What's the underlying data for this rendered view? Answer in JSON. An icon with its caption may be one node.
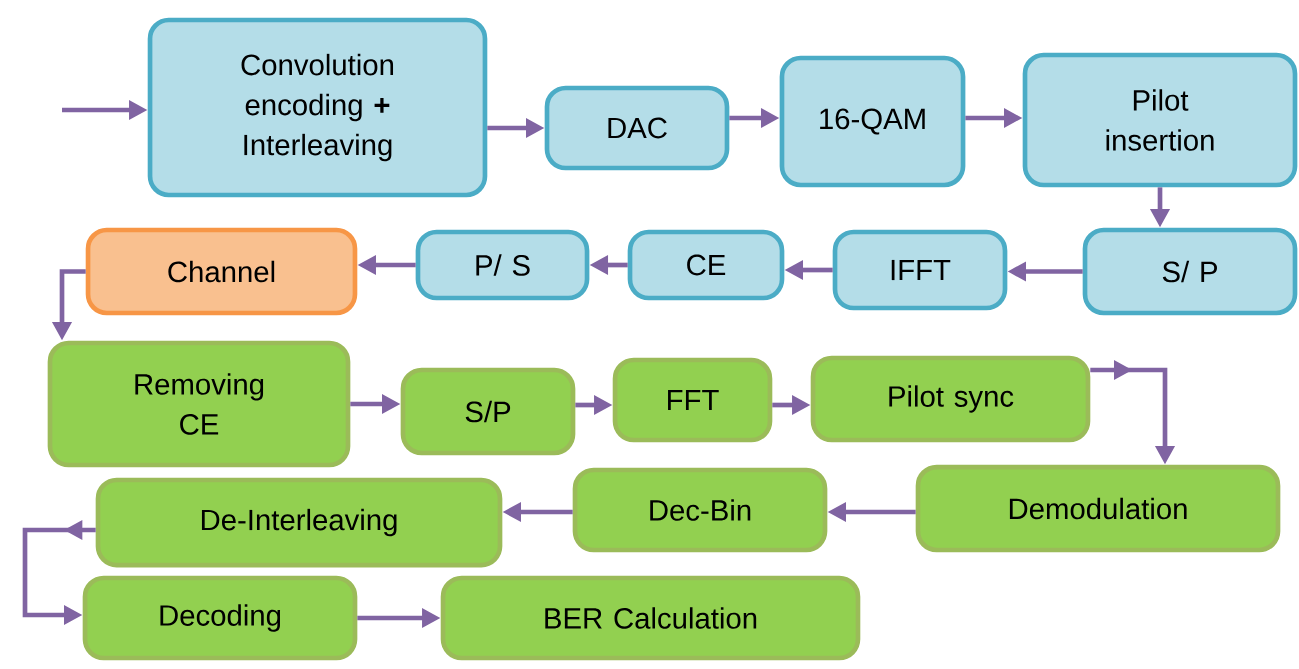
{
  "diagram": {
    "nodes": [
      {
        "text": [
          "Convolution encoding **+** Interleaving"
        ]
      },
      {
        "text": [
          "DAC"
        ]
      },
      {
        "text": [
          "16-QAM"
        ]
      },
      {
        "text": [
          "Pilot insertion"
        ]
      },
      {
        "text": [
          "S/ P"
        ]
      },
      {
        "text": [
          "IFFT"
        ]
      },
      {
        "text": [
          "CE"
        ]
      },
      {
        "text": [
          "P/ S"
        ]
      },
      {
        "text": [
          "Channel"
        ]
      },
      {
        "text": [
          "Removing CE"
        ]
      },
      {
        "text": [
          "S/P"
        ]
      },
      {
        "text": [
          "FFT"
        ]
      },
      {
        "text": [
          "Pilot sync"
        ]
      },
      {
        "text": [
          "Demodulation"
        ]
      },
      {
        "text": [
          "Dec-Bin"
        ]
      },
      {
        "text": [
          "De-Interleaving"
        ]
      },
      {
        "text": [
          "Decoding"
        ]
      },
      {
        "text": [
          "BER Calculation"
        ]
      }
    ],
    "edges": [
      {
        "from": null,
        "to": 0,
        "arrow": "to"
      },
      {
        "from": 0,
        "to": 1,
        "arrow": "to"
      },
      {
        "from": 1,
        "to": 2,
        "arrow": "to"
      },
      {
        "from": 2,
        "to": 3,
        "arrow": "to"
      },
      {
        "from": 3,
        "to": 4,
        "arrow": "to"
      },
      {
        "from": 4,
        "to": 5,
        "arrow": "to"
      },
      {
        "from": 5,
        "to": 6,
        "arrow": "to"
      },
      {
        "from": 6,
        "to": 7,
        "arrow": "to"
      },
      {
        "from": 7,
        "to": 8,
        "arrow": "to"
      },
      {
        "from": 8,
        "to": 9,
        "arrow": "to"
      },
      {
        "from": 9,
        "to": 10,
        "arrow": "to"
      },
      {
        "from": 10,
        "to": 11,
        "arrow": "to"
      },
      {
        "from": 11,
        "to": 12,
        "arrow": "to"
      },
      {
        "from": 12,
        "to": 13,
        "arrow": "to"
      },
      {
        "from": 13,
        "to": 14,
        "arrow": "to"
      },
      {
        "from": 14,
        "to": 15,
        "arrow": "to"
      },
      {
        "from": 15,
        "to": 16,
        "arrow": "to"
      },
      {
        "from": 16,
        "to": 17,
        "arrow": "to"
      }
    ]
  }
}
